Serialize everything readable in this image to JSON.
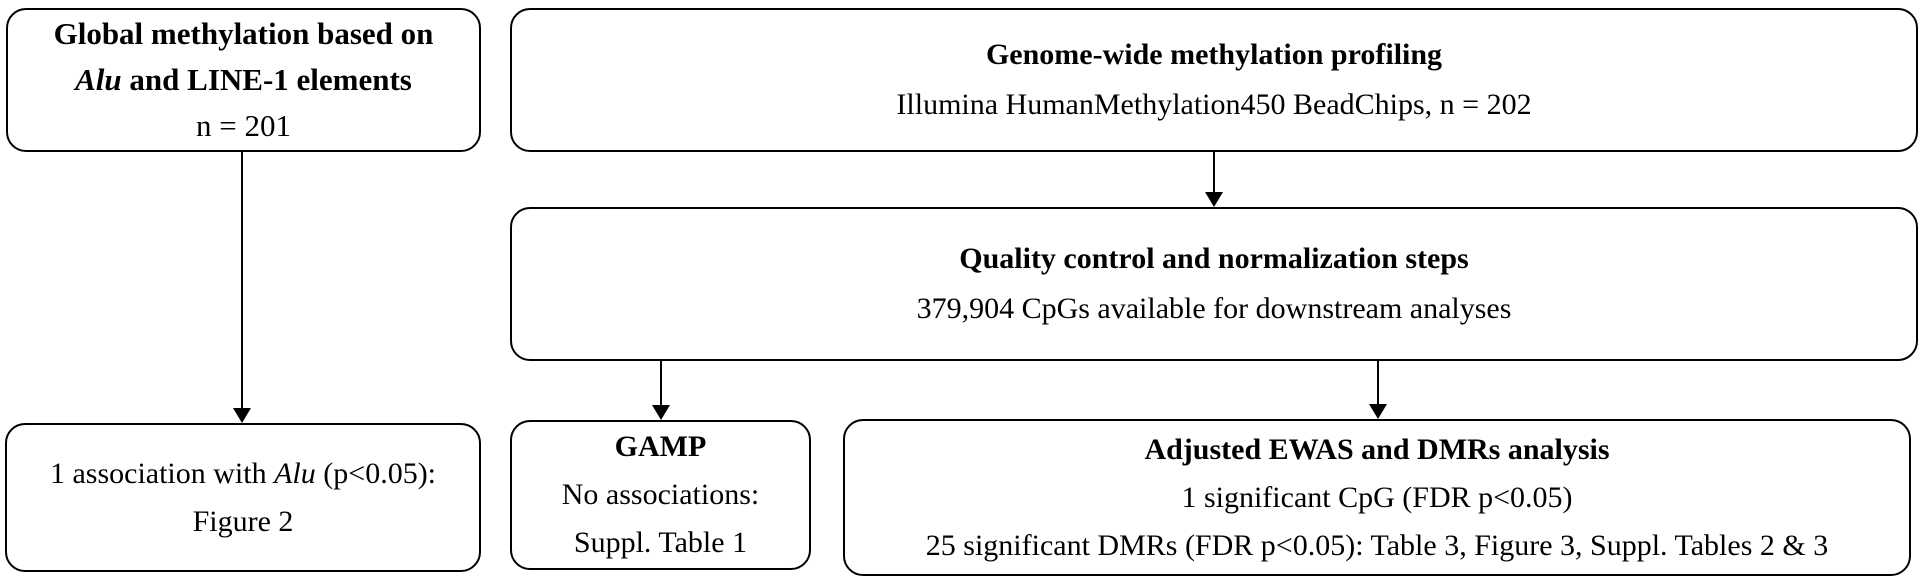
{
  "colors": {
    "background": "#ffffff",
    "border": "#000000",
    "text": "#000000"
  },
  "boxes": {
    "global": {
      "line1": "Global methylation based on",
      "line2_italic": "Alu",
      "line2_rest": " and LINE-1 elements",
      "line3": "n = 201"
    },
    "genome": {
      "title": "Genome-wide methylation profiling",
      "subtitle": "Illumina HumanMethylation450 BeadChips, n = 202"
    },
    "quality": {
      "title": "Quality control and normalization steps",
      "subtitle": "379,904 CpGs available for downstream analyses"
    },
    "association": {
      "line1_pre": "1 association with ",
      "line1_italic": "Alu",
      "line1_post": " (p<0.05):",
      "line2": "Figure 2"
    },
    "gamp": {
      "title": "GAMP",
      "line2": "No associations:",
      "line3": "Suppl. Table 1"
    },
    "ewas": {
      "title": "Adjusted EWAS and DMRs analysis",
      "line2": "1 significant CpG (FDR p<0.05)",
      "line3": "25 significant DMRs (FDR p<0.05): Table 3, Figure 3, Suppl. Tables 2 & 3"
    }
  }
}
